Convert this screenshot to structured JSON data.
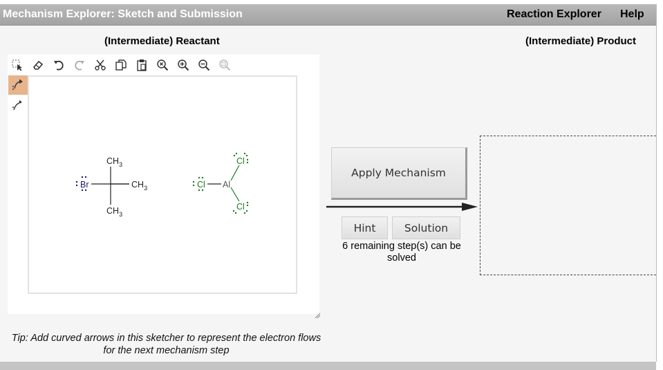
{
  "app": {
    "title": "Mechanism Explorer: Sketch and Submission",
    "menu": {
      "reaction_explorer": "Reaction Explorer",
      "help": "Help"
    }
  },
  "reactant": {
    "heading": "(Intermediate) Reactant"
  },
  "product": {
    "heading": "(Intermediate) Product"
  },
  "toolbar": {
    "tools": [
      "selection-tool-icon",
      "eraser-icon",
      "undo-icon",
      "redo-icon",
      "cut-icon",
      "copy-icon",
      "paste-icon",
      "zoom-reset-icon",
      "zoom-in-icon",
      "zoom-out-icon",
      "zoom-fit-icon"
    ]
  },
  "molecules": {
    "tbutyl": {
      "br": "Br",
      "methyl": "CH",
      "subscript": "3"
    },
    "alcl3": {
      "al": "Al",
      "cl": "Cl"
    },
    "colors": {
      "bromine": "#1a1a6e",
      "chlorine": "#1d7a1d",
      "bond": "#222222"
    }
  },
  "actions": {
    "apply": "Apply Mechanism",
    "hint": "Hint",
    "solution": "Solution",
    "remaining": "6 remaining step(s) can be solved"
  },
  "tip": "Tip: Add curved arrows in this sketcher to represent the electron flows for the next mechanism step"
}
